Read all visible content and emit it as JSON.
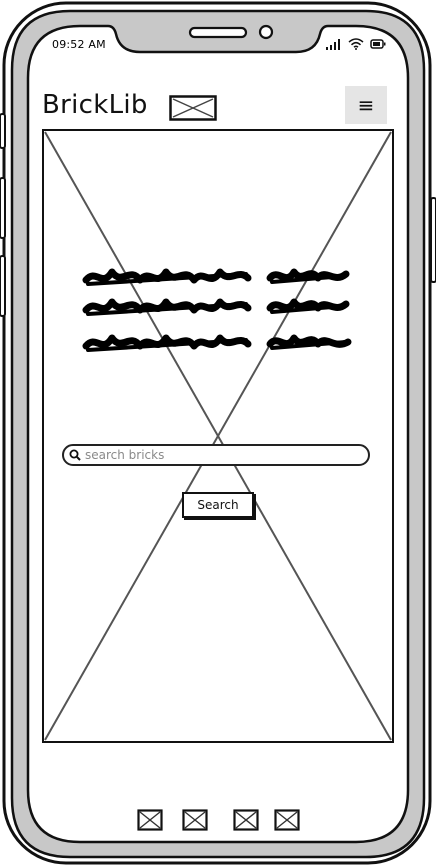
{
  "status_bar": {
    "time": "09:52 AM"
  },
  "header": {
    "brand": "BrickLib",
    "logo_icon": "image-placeholder-icon",
    "menu_icon": "hamburger-menu-icon",
    "menu_glyph": "≡"
  },
  "hero": {
    "image_icon": "image-placeholder-icon",
    "scribble": "scribbled-text-placeholder"
  },
  "search": {
    "placeholder": "search bricks",
    "value": "",
    "icon": "search-icon",
    "button_label": "Search"
  },
  "footer": {
    "items": [
      {
        "icon": "image-placeholder-icon"
      },
      {
        "icon": "image-placeholder-icon"
      },
      {
        "icon": "image-placeholder-icon"
      },
      {
        "icon": "image-placeholder-icon"
      }
    ]
  },
  "colors": {
    "outline": "#111111",
    "bezel": "#c8c8c8",
    "menu_background": "#e5e5e5",
    "placeholder_text": "#8a8a8a"
  }
}
